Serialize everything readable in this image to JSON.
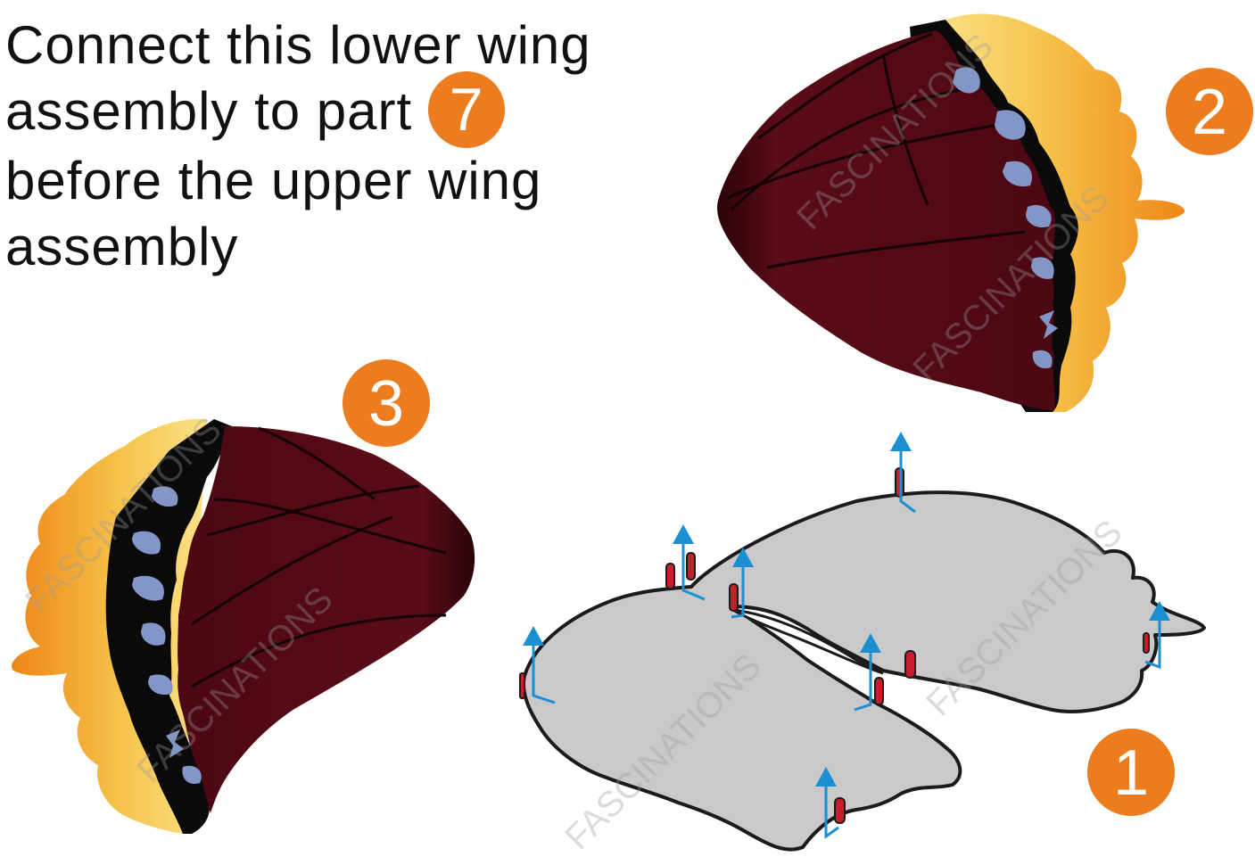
{
  "instruction": {
    "line1": "Connect this lower wing",
    "line2": "assembly to part",
    "line2_badge": "7",
    "line3": "before the upper wing",
    "line4": "assembly"
  },
  "parts": {
    "part1": "1",
    "part2": "2",
    "part3": "3"
  },
  "watermark": "FASCINATIONS",
  "colors": {
    "badge": "#ec7c1d",
    "wing_body": "#4e0a14",
    "wing_edge_yellow": "#f6d265",
    "wing_edge_orange": "#ef8c1c",
    "spots": "#8297c7",
    "base_gray": "#c9c9cb",
    "arrow_blue": "#1a8fd2",
    "tab_red": "#c81e2c"
  }
}
